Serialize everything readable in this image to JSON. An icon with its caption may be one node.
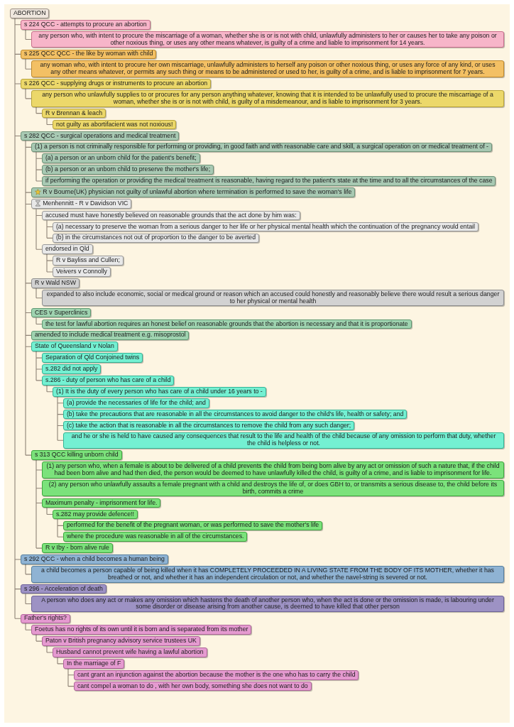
{
  "diagram": {
    "nodes": [
      {
        "text": [
          "ABORTION"
        ]
      },
      {
        "text": [
          "s 224 QCC - attempts to procure an abortion"
        ]
      },
      {
        "text": [
          "any person who, with intent to procure the miscarriage of a woman, whether she is or is not with child, unlawfully administers to her or causes her to take any poison or other noxious thing, or uses any other means whatever, is guilty of a crime and liable to imprisonment for 14 years."
        ]
      },
      {
        "text": [
          "s 225 QCC QCC - the like by woman with child"
        ]
      },
      {
        "text": [
          "any woman who, with intent to procure her own miscarriage, unlawfully administers to herself any poison or other noxious thing, or uses any force of any kind, or uses any other means whatever, or permits any such thing or means to be administered or used to her, is guilty of a crime, and is liable to imprisonment for 7 years."
        ]
      },
      {
        "text": [
          "s 226 QCC - supplying drugs or instruments to procure an abortion"
        ]
      },
      {
        "text": [
          "any person who unlawfully supplies to or procures for any person anything whatever, knowing that it is intended to be unlawfully used to procure the miscarriage of a woman, whether she is or is not with child, is guilty of a misdemeanour, and is liable to imprisonment for 3 years."
        ]
      },
      {
        "text": [
          "R v Brennan & leach"
        ]
      },
      {
        "text": [
          "not guilty as abortifacient was not noxious!"
        ]
      },
      {
        "text": [
          "s 282 QCC - surgical operations and medical treatment"
        ]
      },
      {
        "text": [
          "(1) a person is not criminally responsible for performing or providing, in good faith and with reasonable care and skill, a surgical operation on or medical treatment of -"
        ]
      },
      {
        "text": [
          "(a) a person or an unborn child for the patient's benefit;"
        ]
      },
      {
        "text": [
          "(b) a person or an unborn child to preserve the mother's life;"
        ]
      },
      {
        "text": [
          "if performing the operation or providing the medical treatment is reasonable, having regard to the patient's state at the time and to all the circumstances of the case"
        ]
      },
      {
        "text": [
          "R v Bourne(UK) physician not guilty of unlawful abortion where termination is performed to save the woman's life"
        ]
      },
      {
        "text": [
          "Menhennitt - R v Davidson VIC"
        ]
      },
      {
        "text": [
          "accused must have honestly believed on reasonable grounds that the act done by him was:"
        ]
      },
      {
        "text": [
          "(a) necessary to preserve the woman from a serious danger to her life or her physical mental health which the continuation of the pregnancy would entail"
        ]
      },
      {
        "text": [
          "(b) in the circumstances not out of proportion to the danger to be averted"
        ]
      },
      {
        "text": [
          "endorsed in Qld"
        ]
      },
      {
        "text": [
          "R v Bayliss and Cullen;"
        ]
      },
      {
        "text": [
          "Veivers v Connolly"
        ]
      },
      {
        "text": [
          "R v Wald NSW"
        ]
      },
      {
        "text": [
          "expanded to also include economic, social or medical ground or reason which an accused could honestly and reasonably believe there would result a serious danger to her physical or mental health"
        ]
      },
      {
        "text": [
          "CES v Superclinics"
        ]
      },
      {
        "text": [
          "the test for lawful abortion requires an honest belief on reasonable grounds that the abortion is necessary and that it is proportionate"
        ]
      },
      {
        "text": [
          "amended to include medical treatment e.g. misoprostol"
        ]
      },
      {
        "text": [
          "State of Queensland v Nolan"
        ]
      },
      {
        "text": [
          "Separation of Qld Conjoined twins"
        ]
      },
      {
        "text": [
          "s.282 did not apply"
        ]
      },
      {
        "text": [
          "s.286 - duty of person who has care of a child"
        ]
      },
      {
        "text": [
          "(1) It is the duty of every person who has care of a child under 16 years to -"
        ]
      },
      {
        "text": [
          "(a) provide the necessaries of life for the child; and"
        ]
      },
      {
        "text": [
          "(b) take the precautions that are reasonable in all the circumstances to avoid danger to the child's life, health or safety; and"
        ]
      },
      {
        "text": [
          "(c) take the action that is reasonable in all the circumstances to remove the child from any such danger;"
        ]
      },
      {
        "text": [
          "and he or she is held to have caused any consequences that result to the life and health of the child because of any omission to perform that duty, whether the child is helpless or not."
        ]
      },
      {
        "text": [
          "s 313 QCC killing unborn child"
        ]
      },
      {
        "text": [
          "(1) any person who, when a female is about to be delivered of a child prevents the child from being born alive by any act or omission of such a nature that, if the child had been born alive and had then died, the person would be deemed to have unlawfully killed the child, is guilty of a crime, and is liable to imprisonment for life."
        ]
      },
      {
        "text": [
          "(2) any person who unlawfully assaults a female pregnant with a child and destroys the life of, or does GBH to, or transmits a serious disease to, the child before its birth, commits a crime"
        ]
      },
      {
        "text": [
          "Maximum penalty - imprisonment for life."
        ]
      },
      {
        "text": [
          "s.282 may provide defence!!"
        ]
      },
      {
        "text": [
          "performed for the benefit of the pregnant woman, or was performed to save the mother's life"
        ]
      },
      {
        "text": [
          "where the procedure was reasonable in all of the circumstances."
        ]
      },
      {
        "text": [
          "R v Iby - born alive rule"
        ]
      },
      {
        "text": [
          "s 292 QCC - when a child becomes a human being"
        ]
      },
      {
        "text": [
          "a child becomes a person capable of being killed when it has COMPLETELY PROCEEDED IN A LIVING STATE FROM THE BODY OF ITS MOTHER, whether it has breathed or not, and whether it has an independent circulation or not, and whether the navel-string is severed or not."
        ]
      },
      {
        "text": [
          "s 296 - Acceleration of death"
        ]
      },
      {
        "text": [
          "A person who does any act or makes any omission which hastens the death of another person who, when the act is done or the omission is made, is labouring under some disorder or disease arising from another cause, is deemed to have killed that other person"
        ]
      },
      {
        "text": [
          "Father's rights?"
        ]
      },
      {
        "text": [
          "Foetus has no rights of its own until it is born and is separated from its mother"
        ]
      },
      {
        "text": [
          "Paton v British pregnancy advisory service trustees UK"
        ]
      },
      {
        "text": [
          "Husband cannot prevent wife having a lawful abortion"
        ]
      },
      {
        "text": [
          "In the marriage of F"
        ]
      },
      {
        "text": [
          "cant grant an injunction against the abortion because the mother is the one who has to carry the child"
        ]
      },
      {
        "text": [
          "cant compel a woman to do , with her own body, something she does not want to do"
        ]
      }
    ],
    "edges": [
      {
        "from": 0,
        "to": 1,
        "arrow": "none"
      },
      {
        "from": 1,
        "to": 2,
        "arrow": "none"
      },
      {
        "from": 0,
        "to": 3,
        "arrow": "none"
      },
      {
        "from": 3,
        "to": 4,
        "arrow": "none"
      },
      {
        "from": 0,
        "to": 5,
        "arrow": "none"
      },
      {
        "from": 5,
        "to": 6,
        "arrow": "none"
      },
      {
        "from": 6,
        "to": 7,
        "arrow": "none"
      },
      {
        "from": 7,
        "to": 8,
        "arrow": "none"
      },
      {
        "from": 0,
        "to": 9,
        "arrow": "none"
      },
      {
        "from": 9,
        "to": 10,
        "arrow": "none"
      },
      {
        "from": 10,
        "to": 11,
        "arrow": "none"
      },
      {
        "from": 10,
        "to": 12,
        "arrow": "none"
      },
      {
        "from": 10,
        "to": 13,
        "arrow": "none"
      },
      {
        "from": 9,
        "to": 14,
        "arrow": "none"
      },
      {
        "from": 9,
        "to": 15,
        "arrow": "none"
      },
      {
        "from": 15,
        "to": 16,
        "arrow": "none"
      },
      {
        "from": 16,
        "to": 17,
        "arrow": "none"
      },
      {
        "from": 16,
        "to": 18,
        "arrow": "none"
      },
      {
        "from": 15,
        "to": 19,
        "arrow": "none"
      },
      {
        "from": 19,
        "to": 20,
        "arrow": "none"
      },
      {
        "from": 19,
        "to": 21,
        "arrow": "none"
      },
      {
        "from": 9,
        "to": 22,
        "arrow": "none"
      },
      {
        "from": 22,
        "to": 23,
        "arrow": "none"
      },
      {
        "from": 9,
        "to": 24,
        "arrow": "none"
      },
      {
        "from": 24,
        "to": 25,
        "arrow": "none"
      },
      {
        "from": 9,
        "to": 26,
        "arrow": "none"
      },
      {
        "from": 9,
        "to": 27,
        "arrow": "none"
      },
      {
        "from": 27,
        "to": 28,
        "arrow": "none"
      },
      {
        "from": 27,
        "to": 29,
        "arrow": "none"
      },
      {
        "from": 27,
        "to": 30,
        "arrow": "none"
      },
      {
        "from": 30,
        "to": 31,
        "arrow": "none"
      },
      {
        "from": 31,
        "to": 32,
        "arrow": "none"
      },
      {
        "from": 31,
        "to": 33,
        "arrow": "none"
      },
      {
        "from": 31,
        "to": 34,
        "arrow": "none"
      },
      {
        "from": 31,
        "to": 35,
        "arrow": "none"
      },
      {
        "from": 9,
        "to": 36,
        "arrow": "none"
      },
      {
        "from": 36,
        "to": 37,
        "arrow": "none"
      },
      {
        "from": 36,
        "to": 38,
        "arrow": "none"
      },
      {
        "from": 36,
        "to": 39,
        "arrow": "none"
      },
      {
        "from": 39,
        "to": 40,
        "arrow": "none"
      },
      {
        "from": 40,
        "to": 41,
        "arrow": "none"
      },
      {
        "from": 40,
        "to": 42,
        "arrow": "none"
      },
      {
        "from": 36,
        "to": 43,
        "arrow": "none"
      },
      {
        "from": 0,
        "to": 44,
        "arrow": "none"
      },
      {
        "from": 44,
        "to": 45,
        "arrow": "none"
      },
      {
        "from": 0,
        "to": 46,
        "arrow": "none"
      },
      {
        "from": 46,
        "to": 47,
        "arrow": "none"
      },
      {
        "from": 0,
        "to": 48,
        "arrow": "none"
      },
      {
        "from": 48,
        "to": 49,
        "arrow": "none"
      },
      {
        "from": 49,
        "to": 50,
        "arrow": "none"
      },
      {
        "from": 50,
        "to": 51,
        "arrow": "none"
      },
      {
        "from": 51,
        "to": 52,
        "arrow": "none"
      },
      {
        "from": 52,
        "to": 53,
        "arrow": "none"
      },
      {
        "from": 52,
        "to": 54,
        "arrow": "none"
      }
    ]
  }
}
